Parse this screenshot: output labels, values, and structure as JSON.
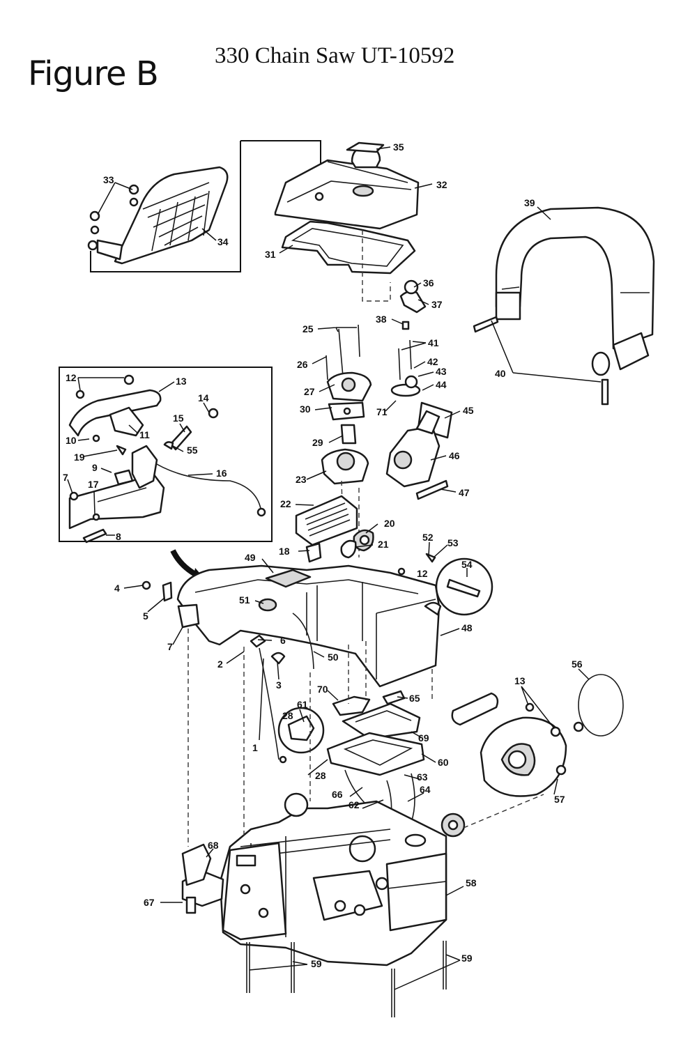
{
  "header": {
    "figure_label": "Figure B",
    "title": "330 Chain Saw UT-10592"
  },
  "callouts": [
    "1",
    "2",
    "3",
    "4",
    "5",
    "6",
    "7",
    "7",
    "8",
    "9",
    "10",
    "11",
    "12",
    "12",
    "13",
    "13",
    "14",
    "15",
    "16",
    "17",
    "18",
    "19",
    "20",
    "21",
    "22",
    "23",
    "25",
    "26",
    "27",
    "28",
    "28",
    "29",
    "30",
    "31",
    "32",
    "33",
    "34",
    "35",
    "36",
    "37",
    "38",
    "39",
    "40",
    "41",
    "42",
    "43",
    "44",
    "45",
    "46",
    "47",
    "48",
    "49",
    "50",
    "51",
    "52",
    "53",
    "54",
    "55",
    "56",
    "57",
    "58",
    "59",
    "59",
    "60",
    "61",
    "62",
    "63",
    "64",
    "65",
    "66",
    "67",
    "68",
    "69",
    "70",
    "71"
  ]
}
